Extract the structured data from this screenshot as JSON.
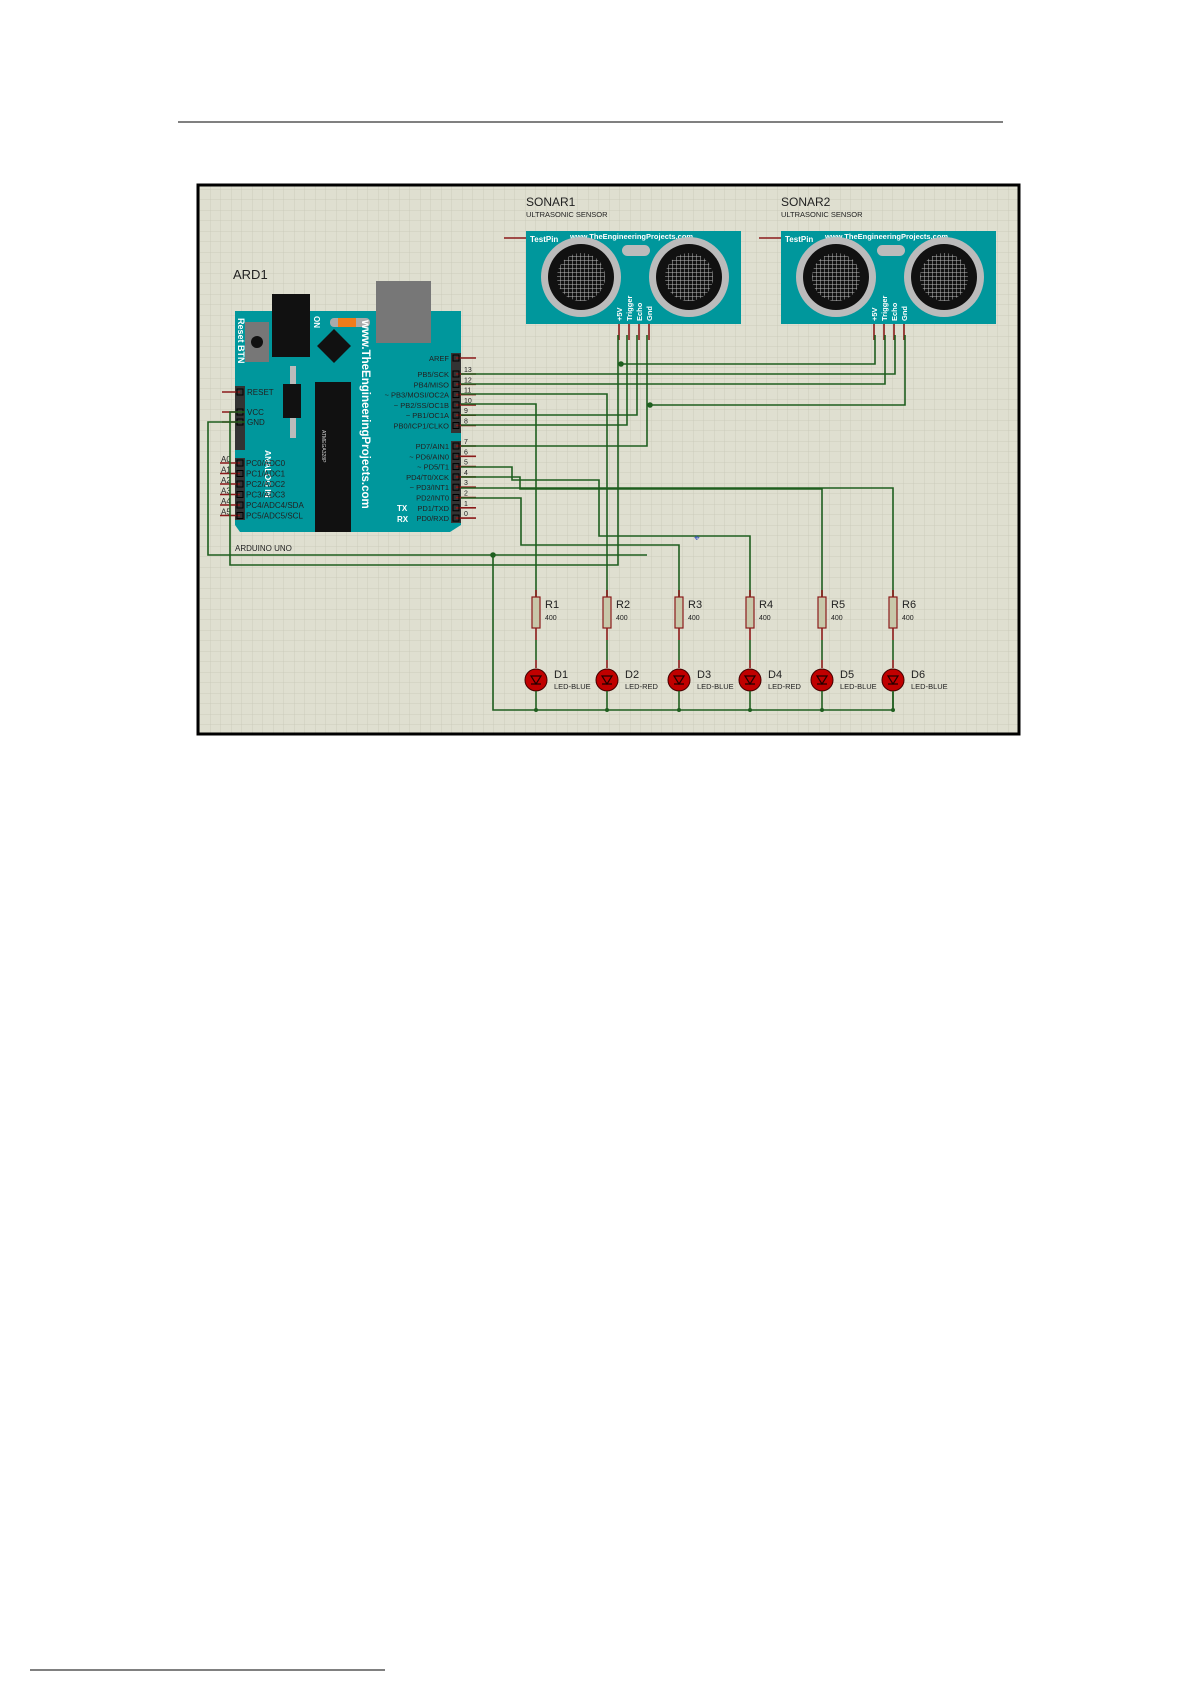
{
  "colors": {
    "board": "#00979c",
    "grid_bg": "#dfdfd0",
    "wire": "#1f5f1f",
    "pin": "#8b1a1a",
    "led": "#c00000"
  },
  "arduino": {
    "ref": "ARD1",
    "model": "ARDUINO UNO",
    "reset_btn": "Reset BTN",
    "on": "ON",
    "website": "www.TheEngineeringProjects.com",
    "analog_in": "ANALOG IN",
    "power_pins": [
      "RESET",
      "VCC",
      "GND"
    ],
    "analog_labels": [
      "A0",
      "A1",
      "A2",
      "A3",
      "A4",
      "A5"
    ],
    "analog_pins": [
      "PC0/ADC0",
      "PC1/ADC1",
      "PC2/ADC2",
      "PC3/ADC3",
      "PC4/ADC4/SDA",
      "PC5/ADC5/SCL"
    ],
    "aref": "AREF",
    "digital_pins_b": [
      "PB5/SCK",
      "PB4/MISO",
      "~ PB3/MOSI/OC2A",
      "~ PB2/SS/OC1B",
      "~ PB1/OC1A",
      "PB0/ICP1/CLKO"
    ],
    "digital_nums_b": [
      "13",
      "12",
      "11",
      "10",
      "9",
      "8"
    ],
    "digital_pins_d": [
      "PD7/AIN1",
      "~ PD6/AIN0",
      "~ PD5/T1",
      "PD4/T0/XCK",
      "~ PD3/INT1",
      "PD2/INT0",
      "PD1/TXD",
      "PD0/RXD"
    ],
    "digital_nums_d": [
      "7",
      "6",
      "5",
      "4",
      "3",
      "2",
      "1",
      "0"
    ],
    "tx": "TX",
    "rx": "RX",
    "chip": "ATMEGA328P"
  },
  "sonars": [
    {
      "ref": "SONAR1",
      "type": "ULTRASONIC SENSOR",
      "testpin": "TestPin",
      "website": "www.TheEngineeringProjects.com",
      "pins": [
        "+5V",
        "Trigger",
        "Echo",
        "Gnd"
      ]
    },
    {
      "ref": "SONAR2",
      "type": "ULTRASONIC SENSOR",
      "testpin": "TestPin",
      "website": "www.TheEngineeringProjects.com",
      "pins": [
        "+5V",
        "Trigger",
        "Echo",
        "Gnd"
      ]
    }
  ],
  "resistors": [
    {
      "ref": "R1",
      "value": "400"
    },
    {
      "ref": "R2",
      "value": "400"
    },
    {
      "ref": "R3",
      "value": "400"
    },
    {
      "ref": "R4",
      "value": "400"
    },
    {
      "ref": "R5",
      "value": "400"
    },
    {
      "ref": "R6",
      "value": "400"
    }
  ],
  "leds": [
    {
      "ref": "D1",
      "type": "LED-BLUE"
    },
    {
      "ref": "D2",
      "type": "LED-RED"
    },
    {
      "ref": "D3",
      "type": "LED-BLUE"
    },
    {
      "ref": "D4",
      "type": "LED-RED"
    },
    {
      "ref": "D5",
      "type": "LED-BLUE"
    },
    {
      "ref": "D6",
      "type": "LED-BLUE"
    }
  ]
}
